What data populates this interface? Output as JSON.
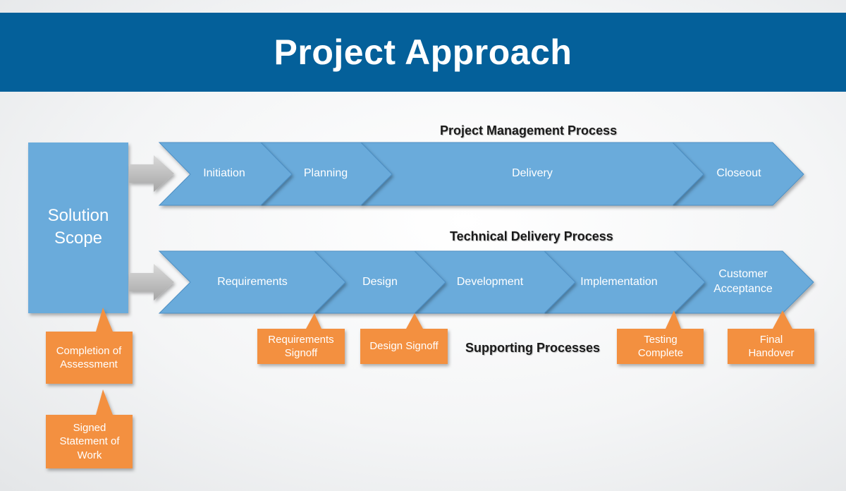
{
  "title": "Project Approach",
  "solution_scope": "Solution Scope",
  "pm_process": {
    "heading": "Project Management Process",
    "stages": [
      "Initiation",
      "Planning",
      "Delivery",
      "Closeout"
    ]
  },
  "tech_process": {
    "heading": "Technical Delivery Process",
    "stages": [
      "Requirements",
      "Design",
      "Development",
      "Implementation",
      "Customer Acceptance"
    ]
  },
  "supporting": {
    "heading": "Supporting Processes",
    "milestones": [
      "Completion of Assessment",
      "Signed Statement of Work",
      "Requirements Signoff",
      "Design Signoff",
      "Testing Complete",
      "Final Handover"
    ]
  },
  "colors": {
    "banner": "#04609a",
    "chevron": "#6aabdb",
    "callout": "#f3903f",
    "arrow": "#b8b8b8"
  }
}
